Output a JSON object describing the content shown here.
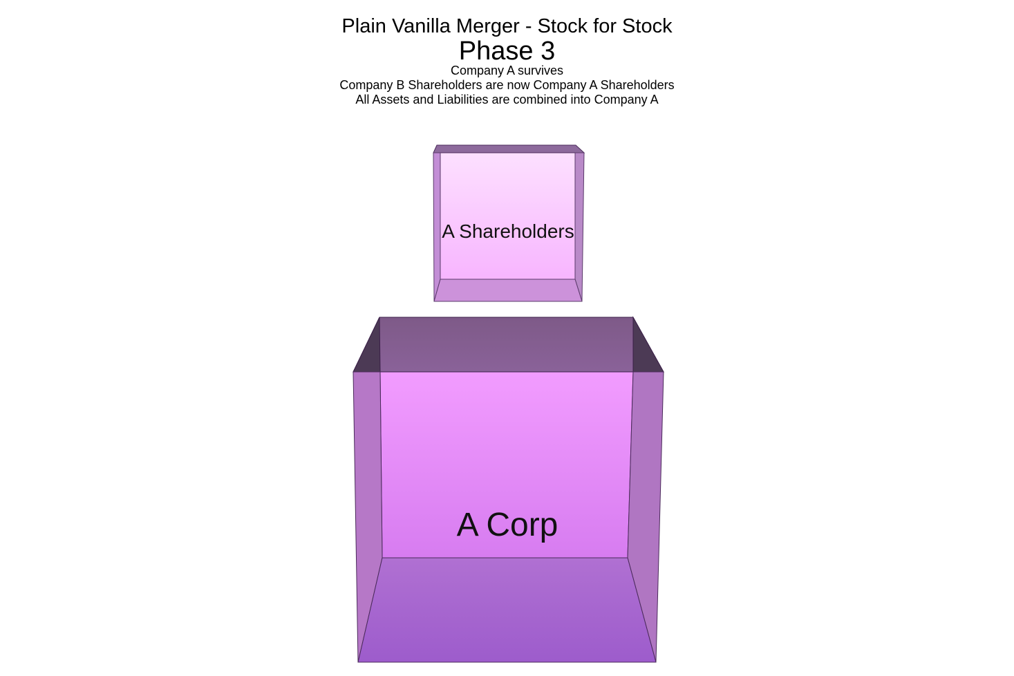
{
  "title": "Plain Vanilla Merger - Stock for Stock",
  "phase": "Phase 3",
  "notes": [
    "Company A survives",
    "Company B Shareholders are now Company A Shareholders",
    "All Assets and Liabilities are combined into Company A"
  ],
  "boxes": {
    "shareholders": {
      "label": "A Shareholders"
    },
    "corp": {
      "label": "A Corp"
    }
  },
  "colors": {
    "box_light": "#fbc8ff",
    "box_mid": "#f294ff",
    "box_dark": "#9a55cc",
    "edge": "#4a2a5a"
  }
}
